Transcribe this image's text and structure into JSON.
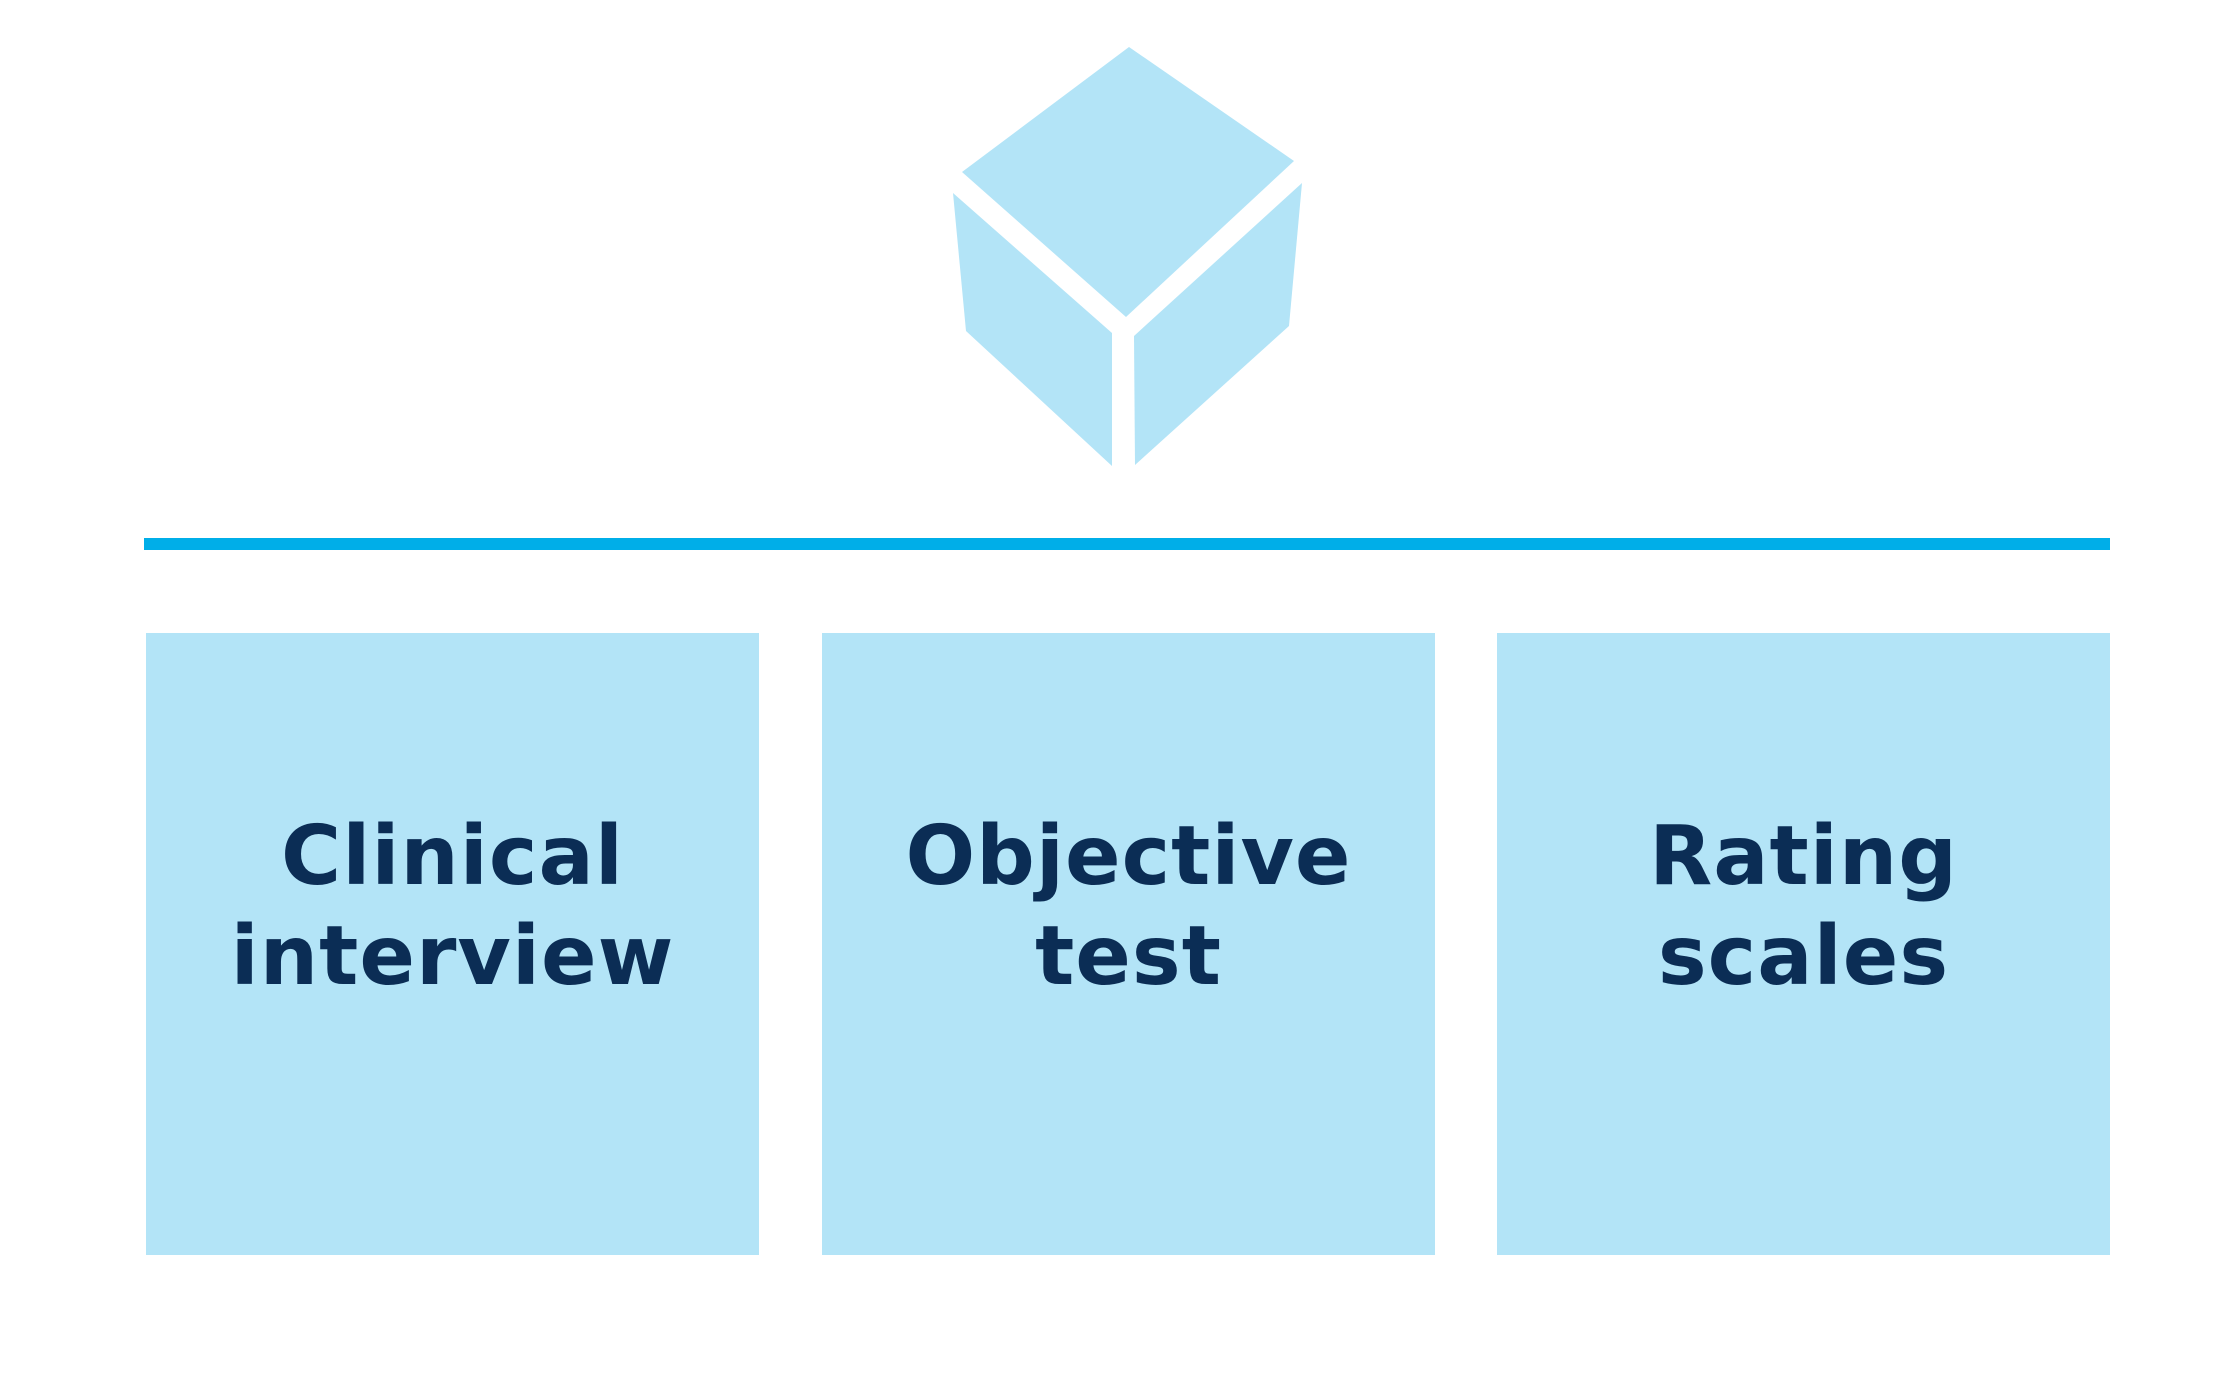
{
  "diagram": {
    "icon": "cube-icon",
    "colors": {
      "box_fill": "#b3e4f7",
      "line": "#00aee8",
      "text": "#0b2d55"
    },
    "boxes": [
      {
        "label": "Clinical interview"
      },
      {
        "label": "Objective test"
      },
      {
        "label": "Rating scales"
      }
    ]
  }
}
